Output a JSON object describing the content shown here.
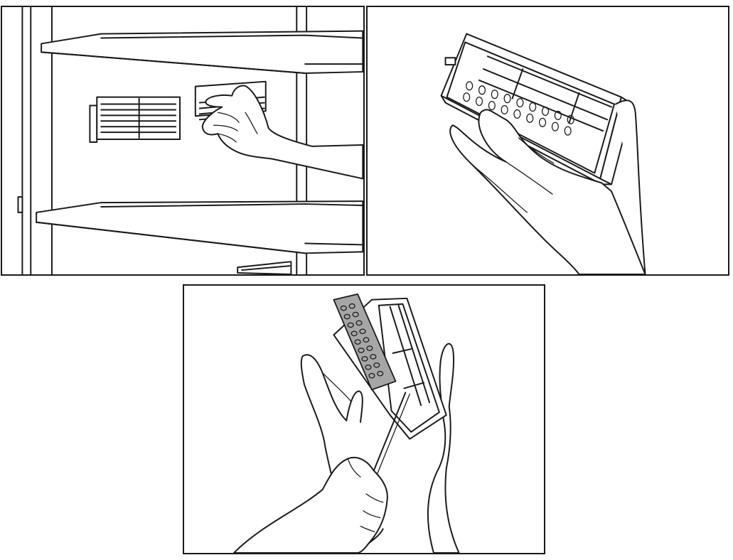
{
  "figure": {
    "panels": [
      {
        "id": "remove-filter-from-fridge",
        "caption": ""
      },
      {
        "id": "hold-filter-housing",
        "caption": ""
      },
      {
        "id": "replace-filter-insert",
        "caption": ""
      }
    ]
  },
  "colors": {
    "line": "#1a1a1a",
    "background": "#ffffff",
    "filter_insert": "#a6a6a6"
  }
}
